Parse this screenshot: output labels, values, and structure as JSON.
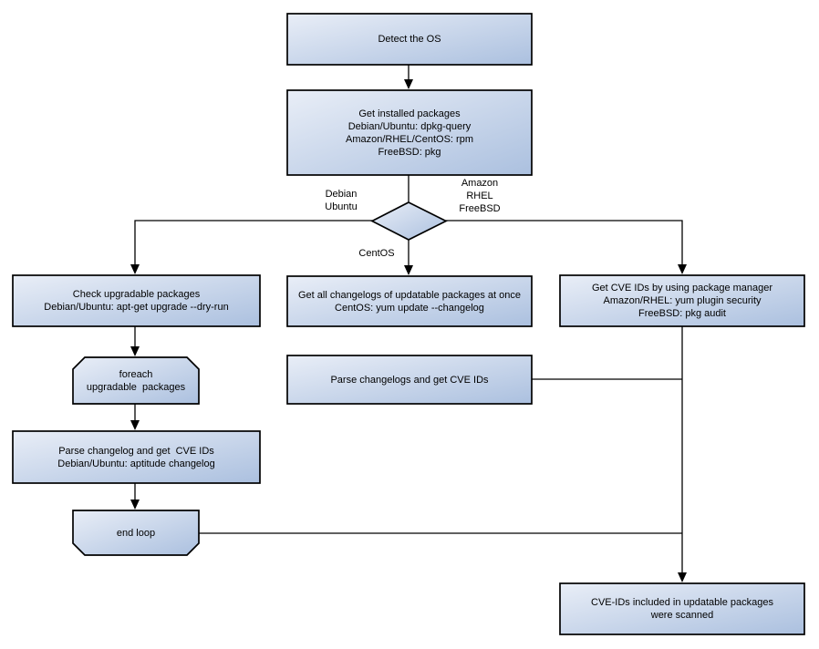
{
  "diagram": {
    "colors": {
      "background": "#ffffff",
      "node_fill_light": "#e9eef7",
      "node_fill_dark": "#abc0df",
      "node_border": "#000000",
      "connector": "#000000",
      "text": "#000000"
    },
    "nodes": {
      "detect_os": {
        "label": "Detect the OS"
      },
      "get_installed_packages": {
        "label": "Get installed packages\nDebian/Ubuntu: dpkg-query\nAmazon/RHEL/CentOS: rpm\nFreeBSD: pkg"
      },
      "check_upgradable_packages": {
        "label": "Check upgradable packages\nDebian/Ubuntu: apt-get upgrade --dry-run"
      },
      "foreach_loop_start": {
        "label": "foreach\nupgradable  packages"
      },
      "parse_changelog_debian": {
        "label": "Parse changelog and get  CVE IDs\nDebian/Ubuntu: aptitude changelog"
      },
      "end_loop": {
        "label": "end loop"
      },
      "get_all_changelogs": {
        "label": "Get all changelogs of updatable packages at once\nCentOS: yum update --changelog"
      },
      "parse_changelogs_centos": {
        "label": "Parse changelogs and get CVE IDs"
      },
      "get_cve_ids_pkg_manager": {
        "label": "Get CVE IDs by using package manager\nAmazon/RHEL: yum plugin security\nFreeBSD: pkg audit"
      },
      "scan_result": {
        "label": "CVE-IDs included in updatable packages\nwere scanned"
      }
    },
    "edge_labels": {
      "debian_ubuntu": "Debian\nUbuntu",
      "amazon_rhel_freebsd": "Amazon\nRHEL\nFreeBSD",
      "centos": "CentOS"
    }
  }
}
